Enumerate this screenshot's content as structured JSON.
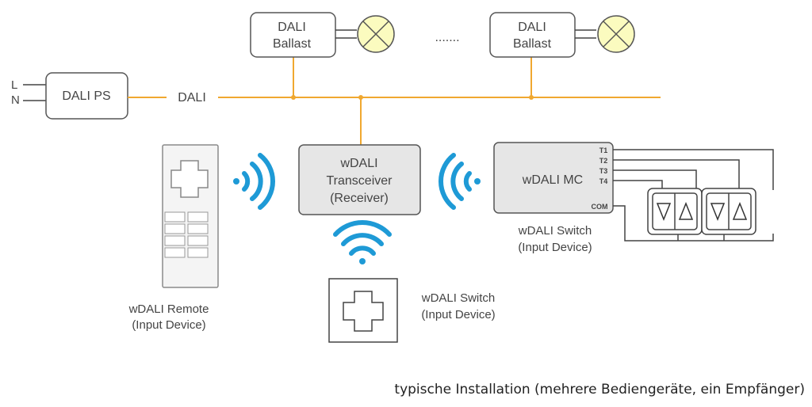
{
  "supply": {
    "l": "L",
    "n": "N",
    "ps_label": "DALI PS"
  },
  "bus": {
    "label": "DALI"
  },
  "ballasts": [
    {
      "line1": "DALI",
      "line2": "Ballast"
    },
    {
      "line1": "DALI",
      "line2": "Ballast"
    }
  ],
  "ellipsis": ".......",
  "transceiver": {
    "line1": "wDALI",
    "line2": "Transceiver",
    "line3": "(Receiver)"
  },
  "mc": {
    "label": "wDALI MC",
    "terminals": [
      "T1",
      "T2",
      "T3",
      "T4"
    ],
    "com": "COM"
  },
  "remote": {
    "line1": "wDALI Remote",
    "line2": "(Input Device)"
  },
  "switch_bottom": {
    "line1": "wDALI Switch",
    "line2": "(Input Device)"
  },
  "switch_right": {
    "line1": "wDALI Switch",
    "line2": "(Input Device)"
  },
  "caption": "typische Installation (mehrere Bediengeräte, ein Empfänger)",
  "colors": {
    "bus": "#f0a830",
    "wireless": "#1e9ad6",
    "box_fill": "#e6e6e6",
    "lamp": "#fbfbbf"
  }
}
